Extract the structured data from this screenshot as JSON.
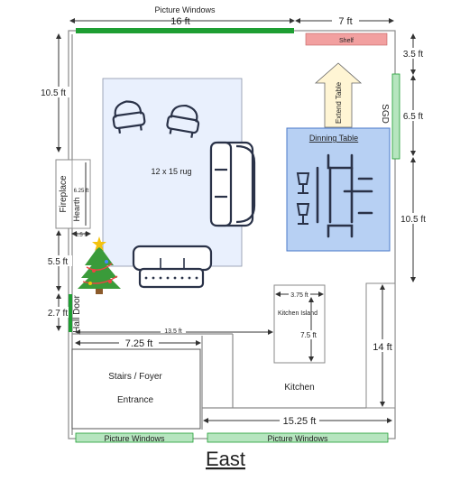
{
  "labels": {
    "top_windows_label": "Picture Windows",
    "top_windows_dim": "16 ft",
    "top_right_dim": "7 ft",
    "shelf": "Shelf",
    "right_dim_top": "3.5 ft",
    "sgd": "SGD",
    "right_dim_sgd": "6.5 ft",
    "right_dim_mid": "10.5 ft",
    "left_dim_top": "10.5 ft",
    "rug": "12 x 15 rug",
    "extend_table": "Extend Table",
    "dining_table": "Dinning Table",
    "fireplace": "Fireplace",
    "hearth": "Hearth",
    "hearth_dim": "6.25 ft",
    "hearth_depth": "1.5 ft",
    "left_dim_mid": "5.5 ft",
    "left_dim_door": "2.7 ft",
    "hall_door": "Hall Door",
    "island_width": "3.75 ft",
    "kitchen_island": "Kitchen Island",
    "island_length": "7.5 ft",
    "span_dim": "13.5 ft",
    "right_dim_kitchen": "14 ft",
    "stairs_width": "7.25 ft",
    "stairs_foyer": "Stairs / Foyer",
    "entrance": "Entrance",
    "kitchen": "Kitchen",
    "kitchen_width": "15.25 ft",
    "bottom_windows_left": "Picture Windows",
    "bottom_windows_right": "Picture Windows",
    "east": "East"
  },
  "colors": {
    "window": "#1e9e32",
    "window_light": "#b6e5bf",
    "shelf": "#f2a0a0",
    "rug": "#e9f0fd",
    "dining": "#b7d0f3",
    "dining_border": "#4a78c8",
    "arrow": "#fff5d4",
    "furniture": "#2a3248"
  }
}
